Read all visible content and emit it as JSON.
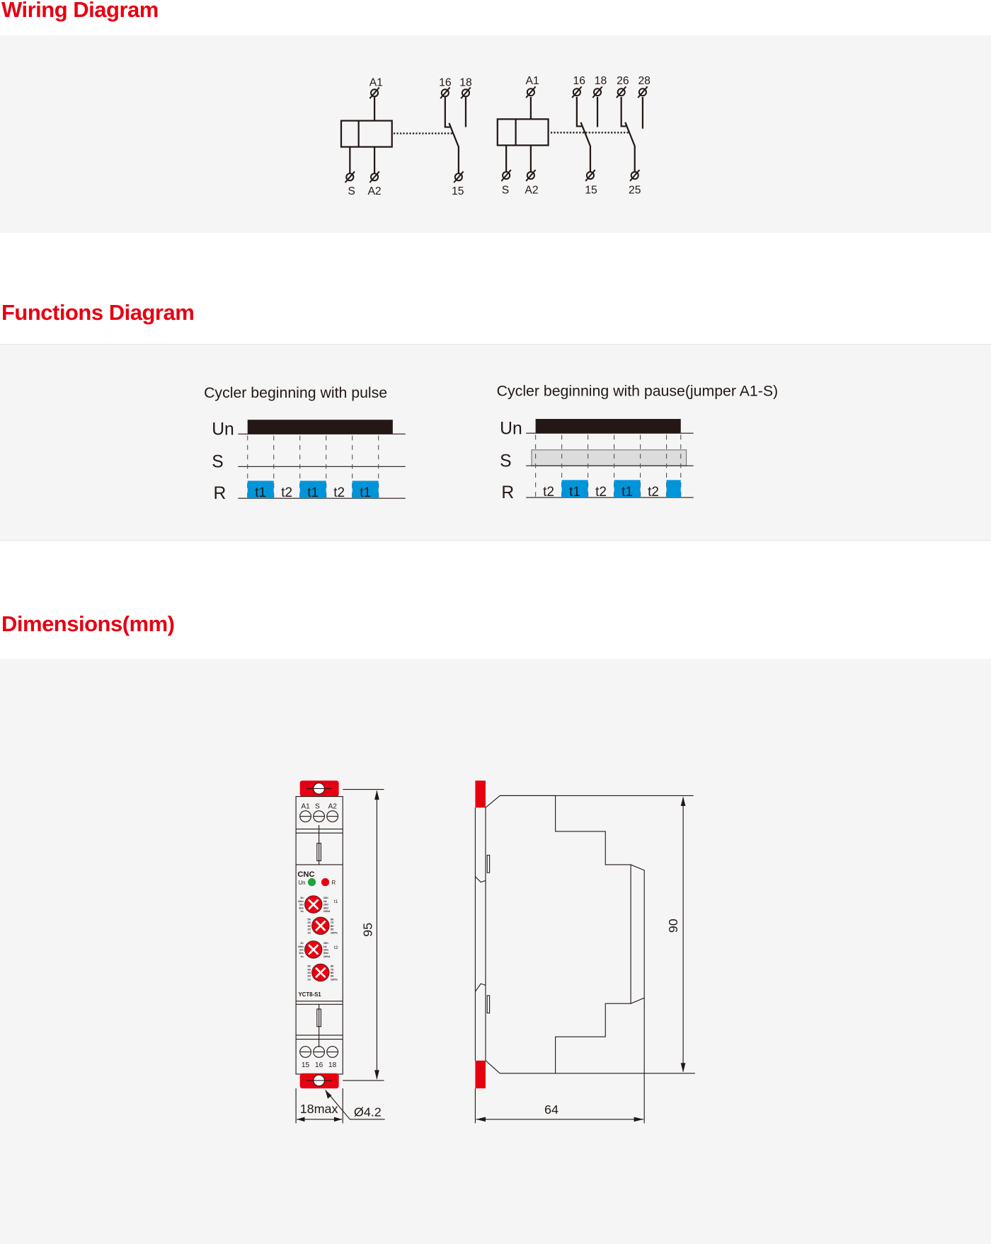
{
  "sections": {
    "wiring": "Wiring Diagram",
    "functions": "Functions Diagram",
    "dimensions": "Dimensions(mm)"
  },
  "wiring": {
    "left": {
      "a1": "A1",
      "s": "S",
      "a2": "A2",
      "t16": "16",
      "t18": "18",
      "t15": "15"
    },
    "right": {
      "a1": "A1",
      "s": "S",
      "a2": "A2",
      "t16": "16",
      "t18": "18",
      "t26": "26",
      "t28": "28",
      "t15": "15",
      "t25": "25"
    }
  },
  "functions": {
    "left": {
      "title": "Cycler beginning with pulse",
      "un": "Un",
      "s": "S",
      "r": "R",
      "labels": [
        "t1",
        "t2",
        "t1",
        "t2",
        "t1"
      ]
    },
    "right": {
      "title": "Cycler beginning with pause(jumper A1-S)",
      "un": "Un",
      "s": "S",
      "r": "R",
      "labels": [
        "t2",
        "t1",
        "t2",
        "t1",
        "t2",
        ""
      ]
    },
    "colors": {
      "pulse": "#0095db",
      "supply": "#231815",
      "jumper": "#dcdcdc"
    }
  },
  "dimensions": {
    "height_front": "95",
    "height_side": "90",
    "depth": "64",
    "width": "18max",
    "hole": "Ø4.2",
    "device": {
      "top_terminals": [
        "A1",
        "S",
        "A2"
      ],
      "brand": "CNC",
      "led_un": "Un",
      "led_r": "R",
      "t1": "t1",
      "t2": "t2",
      "model": "YCT8-S1",
      "bottom_terminals": [
        "15",
        "16",
        "18"
      ],
      "time_scale": [
        "1s",
        "10s",
        "1m",
        "10m",
        "1h",
        "10h",
        "1d",
        "10d",
        "30d",
        "100d"
      ],
      "percent_scale": [
        "10",
        "20",
        "30",
        "40",
        "50",
        "60",
        "70",
        "80",
        "90",
        "100%"
      ],
      "led_colors": {
        "un": "#1fa33a",
        "r": "#e60012"
      }
    }
  }
}
